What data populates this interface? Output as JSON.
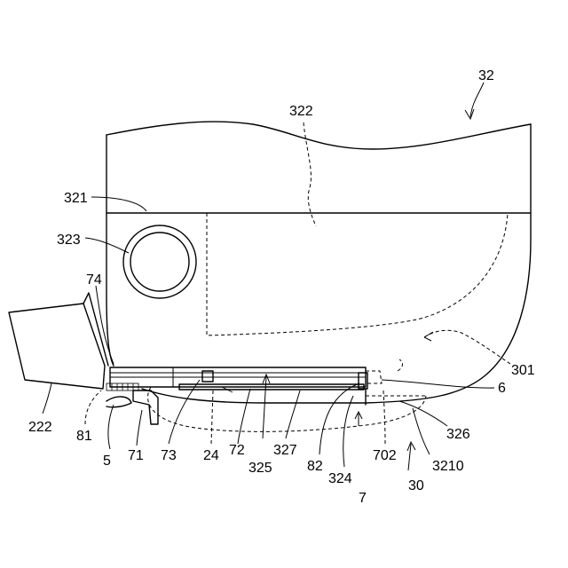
{
  "figure": {
    "labels": {
      "l32": "32",
      "l322": "322",
      "l321": "321",
      "l323": "323",
      "l74": "74",
      "l301": "301",
      "l6": "6",
      "l222": "222",
      "l81": "81",
      "l5": "5",
      "l71": "71",
      "l73": "73",
      "l24": "24",
      "l72": "72",
      "l325": "325",
      "l327": "327",
      "l82": "82",
      "l324": "324",
      "l702": "702",
      "l7": "7",
      "l326": "326",
      "l3210": "3210",
      "l30": "30"
    }
  }
}
